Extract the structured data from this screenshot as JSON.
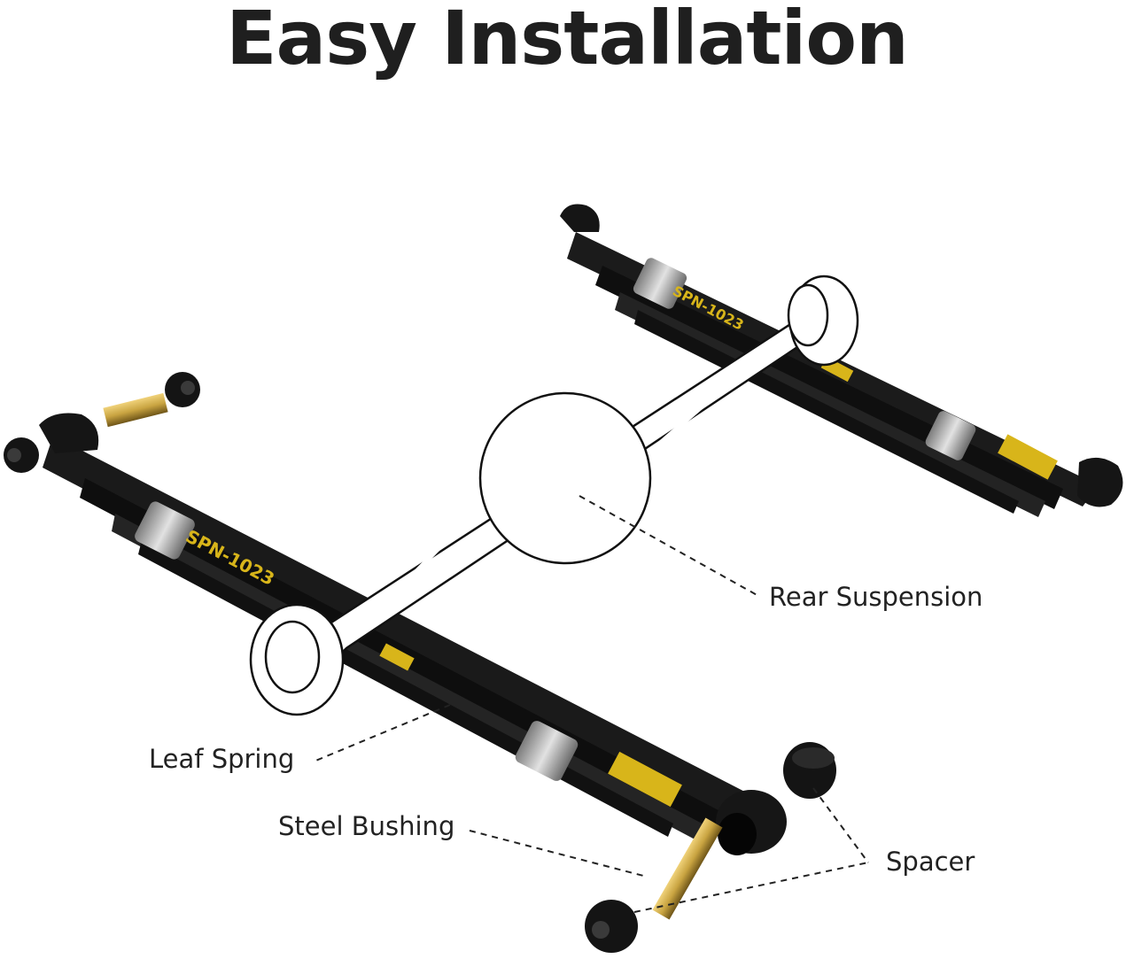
{
  "title": "Easy Installation",
  "labels": {
    "rear_suspension": "Rear Suspension",
    "leaf_spring": "Leaf Spring",
    "steel_bushing": "Steel Bushing",
    "spacer": "Spacer"
  },
  "spring_text": {
    "part_number": "SPN-1023"
  },
  "colors": {
    "title": "#1f1f1f",
    "spring": "#141414",
    "stamp": "#d8b51a",
    "bushing": "#c9a441",
    "clamp": "#b8b8b8"
  }
}
